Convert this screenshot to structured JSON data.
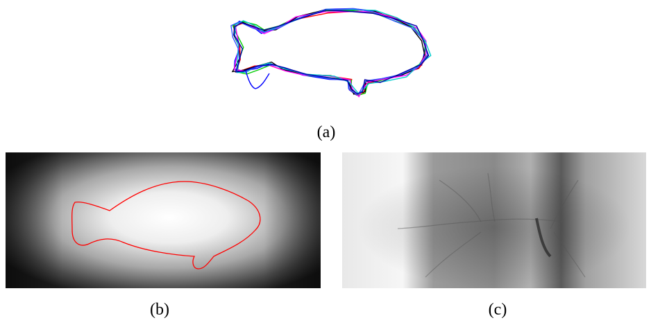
{
  "captions": {
    "a": "(a)",
    "b": "(b)",
    "c": "(c)"
  },
  "panel_a": {
    "contour_colors": [
      "#0000ff",
      "#ff0000",
      "#00cc00",
      "#000000",
      "#ff00ff",
      "#00cccc",
      "#3355ff",
      "#0000aa"
    ]
  },
  "panel_b": {
    "contour_color": "#ff0000"
  }
}
